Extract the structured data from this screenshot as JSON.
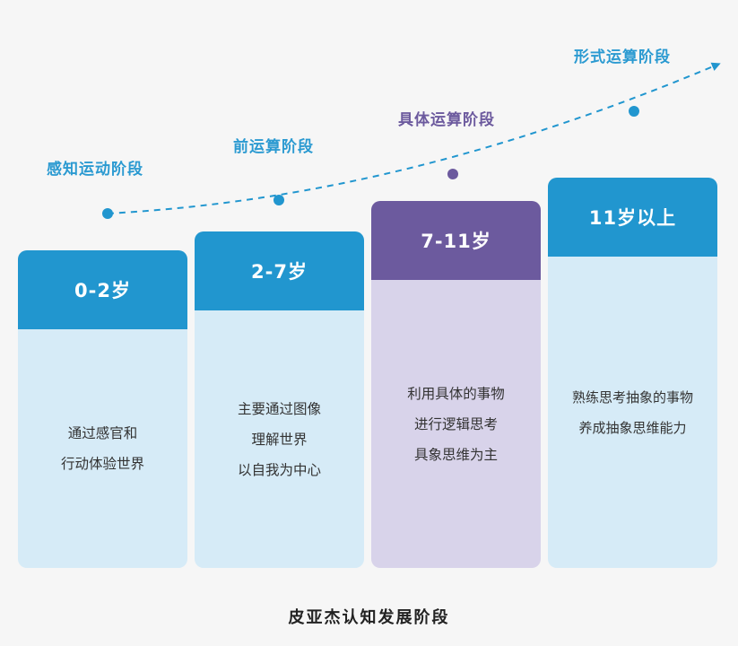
{
  "colors": {
    "blue": "#2196cf",
    "blue_light": "#d6ebf7",
    "purple": "#6c5a9e",
    "purple_light": "#d8d3ea",
    "title_blue": "#2b9ad1",
    "title_purple": "#6c5a9e"
  },
  "stages": [
    {
      "title": "感知运动阶段",
      "age": "0-2岁",
      "desc": [
        "通过感官和",
        "行动体验世界"
      ],
      "theme": "blue"
    },
    {
      "title": "前运算阶段",
      "age": "2-7岁",
      "desc": [
        "主要通过图像",
        "理解世界",
        "以自我为中心"
      ],
      "theme": "blue"
    },
    {
      "title": "具体运算阶段",
      "age": "7-11岁",
      "desc": [
        "利用具体的事物",
        "进行逻辑思考",
        "具象思维为主"
      ],
      "theme": "purple"
    },
    {
      "title": "形式运算阶段",
      "age": "11岁以上",
      "desc": [
        "熟练思考抽象的事物",
        "养成抽象思维能力"
      ],
      "theme": "blue"
    }
  ],
  "footer": {
    "title": "皮亚杰认知发展阶段"
  }
}
